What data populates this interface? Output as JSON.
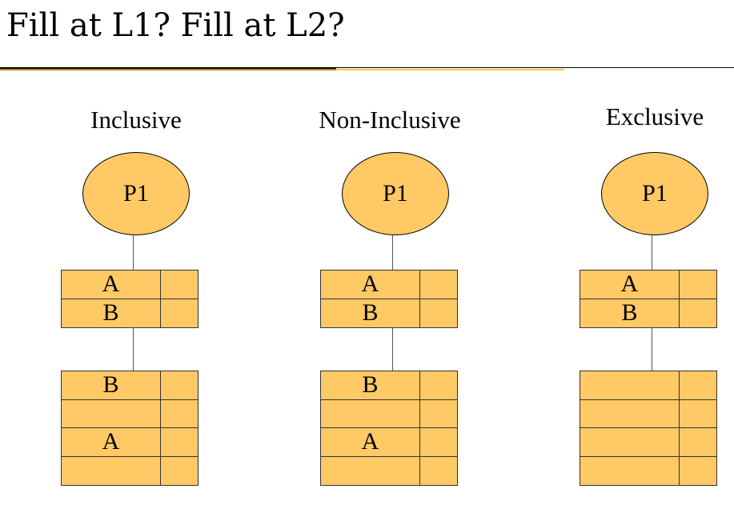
{
  "slide": {
    "title": "Fill at L1? Fill at L2?"
  },
  "colors": {
    "fill": "#ffc966",
    "rule_gold": "#ffc94d"
  },
  "columns": [
    {
      "label": "Inclusive",
      "processor": "P1",
      "l1": [
        "A",
        "B"
      ],
      "l2": [
        "B",
        "",
        "A",
        ""
      ]
    },
    {
      "label": "Non-Inclusive",
      "processor": "P1",
      "l1": [
        "A",
        "B"
      ],
      "l2": [
        "B",
        "",
        "A",
        ""
      ]
    },
    {
      "label": "Exclusive",
      "processor": "P1",
      "l1": [
        "A",
        "B"
      ],
      "l2": [
        "",
        "",
        "",
        ""
      ]
    }
  ]
}
